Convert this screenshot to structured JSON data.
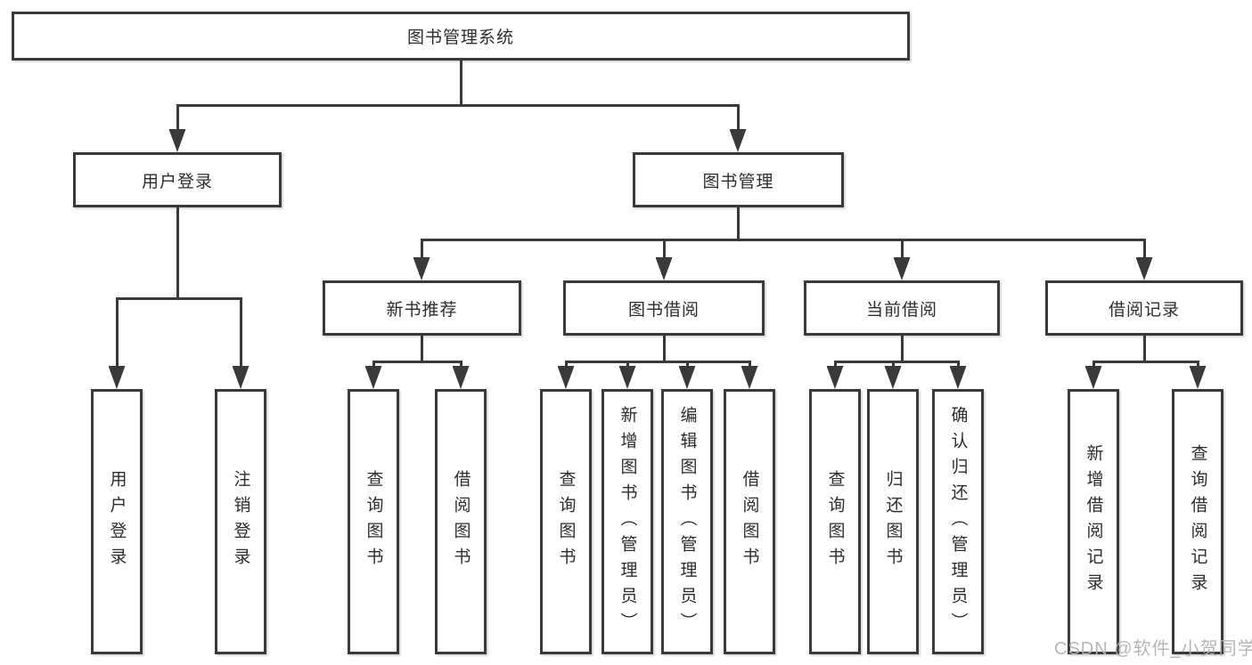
{
  "root": {
    "label": "图书管理系统"
  },
  "level2": [
    {
      "label": "用户登录"
    },
    {
      "label": "图书管理"
    }
  ],
  "level3": [
    {
      "label": "新书推荐"
    },
    {
      "label": "图书借阅"
    },
    {
      "label": "当前借阅"
    },
    {
      "label": "借阅记录"
    }
  ],
  "leaves": [
    {
      "label": "用户登录"
    },
    {
      "label": "注销登录"
    },
    {
      "label": "查询图书"
    },
    {
      "label": "借阅图书"
    },
    {
      "label": "查询图书"
    },
    {
      "label": "新增图书（管理员）"
    },
    {
      "label": "编辑图书（管理员）"
    },
    {
      "label": "借阅图书"
    },
    {
      "label": "查询图书"
    },
    {
      "label": "归还图书"
    },
    {
      "label": "确认归还（管理员）"
    },
    {
      "label": "新增借阅记录"
    },
    {
      "label": "查询借阅记录"
    }
  ],
  "watermark": "CSDN @软件_小贺同学",
  "colors": {
    "line": "#3a3a3a",
    "text": "#2d2d2d",
    "background": "#ffffff",
    "watermark": "#b0b0b0"
  }
}
